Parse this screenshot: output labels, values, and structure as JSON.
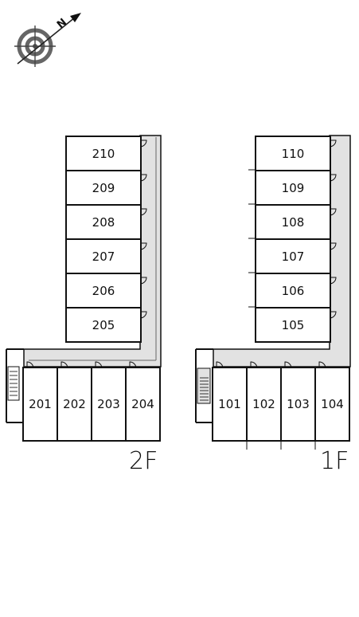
{
  "compass": {
    "icon": "compass-rose-icon",
    "north_letter": "N"
  },
  "floors": [
    {
      "label": "2F",
      "tower_rooms": [
        "210",
        "209",
        "208",
        "207",
        "206",
        "205"
      ],
      "row_rooms": [
        "201",
        "202",
        "203",
        "204"
      ]
    },
    {
      "label": "1F",
      "tower_rooms": [
        "110",
        "109",
        "108",
        "107",
        "106",
        "105"
      ],
      "row_rooms": [
        "101",
        "102",
        "103",
        "104"
      ]
    }
  ],
  "colors": {
    "corridor": "#e2e2e2",
    "line": "#111111"
  }
}
